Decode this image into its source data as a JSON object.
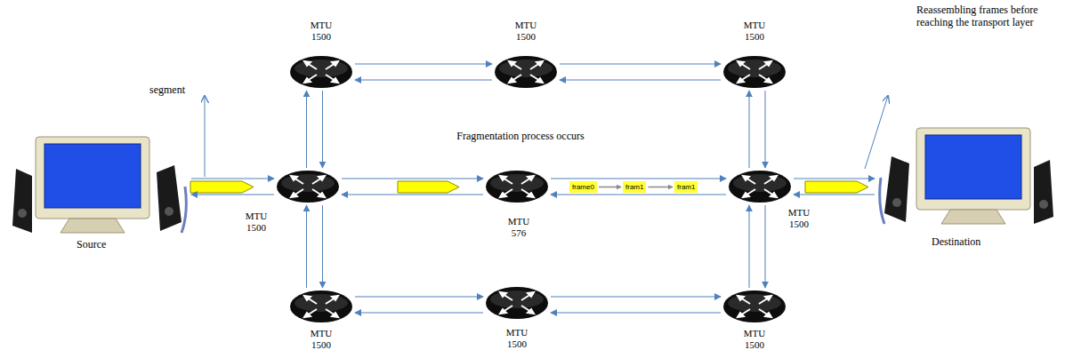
{
  "diagram": {
    "nodes": [
      {
        "text": [
          "MTU 1500"
        ]
      },
      {
        "text": [
          "MTU 1500"
        ]
      },
      {
        "text": [
          "MTU 1500"
        ]
      },
      {
        "text": [
          "Source"
        ]
      },
      {
        "text": [
          "MTU 1500"
        ]
      },
      {
        "text": [
          "MTU 576"
        ]
      },
      {
        "text": [
          "MTU 1500"
        ]
      },
      {
        "text": [
          "Destination"
        ]
      },
      {
        "text": [
          "frame0"
        ]
      },
      {
        "text": [
          "fram1"
        ]
      },
      {
        "text": [
          "fram1"
        ]
      },
      {
        "text": [
          "MTU 1500"
        ]
      },
      {
        "text": [
          "MTU 1500"
        ]
      },
      {
        "text": [
          "MTU 1500"
        ]
      }
    ],
    "edges": [
      {
        "from": 0,
        "to": 1,
        "arrow": "to"
      },
      {
        "from": 1,
        "to": 0,
        "arrow": "to"
      },
      {
        "from": 1,
        "to": 2,
        "arrow": "to"
      },
      {
        "from": 2,
        "to": 1,
        "arrow": "to"
      },
      {
        "from": 4,
        "to": 0,
        "arrow": "to"
      },
      {
        "from": 0,
        "to": 4,
        "arrow": "to"
      },
      {
        "from": 6,
        "to": 2,
        "arrow": "to"
      },
      {
        "from": 2,
        "to": 6,
        "arrow": "to"
      },
      {
        "from": 3,
        "to": 4,
        "arrow": "to"
      },
      {
        "from": 4,
        "to": 3,
        "arrow": "to"
      },
      {
        "from": 4,
        "to": 5,
        "arrow": "to"
      },
      {
        "from": 5,
        "to": 4,
        "arrow": "to"
      },
      {
        "from": 5,
        "to": 6,
        "arrow": "to"
      },
      {
        "from": 6,
        "to": 5,
        "arrow": "to"
      },
      {
        "from": 6,
        "to": 7,
        "arrow": "to"
      },
      {
        "from": 7,
        "to": 6,
        "arrow": "to"
      },
      {
        "from": 4,
        "to": 11,
        "arrow": "to"
      },
      {
        "from": 11,
        "to": 4,
        "arrow": "to"
      },
      {
        "from": 6,
        "to": 13,
        "arrow": "to"
      },
      {
        "from": 13,
        "to": 6,
        "arrow": "to"
      },
      {
        "from": 11,
        "to": 12,
        "arrow": "to"
      },
      {
        "from": 12,
        "to": 11,
        "arrow": "to"
      },
      {
        "from": 12,
        "to": 13,
        "arrow": "to"
      },
      {
        "from": 13,
        "to": 12,
        "arrow": "to"
      },
      {
        "from": 8,
        "to": 9,
        "arrow": "to"
      },
      {
        "from": 9,
        "to": 10,
        "arrow": "to"
      }
    ],
    "labels": [
      "segment",
      "Fragmentation process occurs",
      "Reassembling frames before reaching the transport layer"
    ]
  }
}
